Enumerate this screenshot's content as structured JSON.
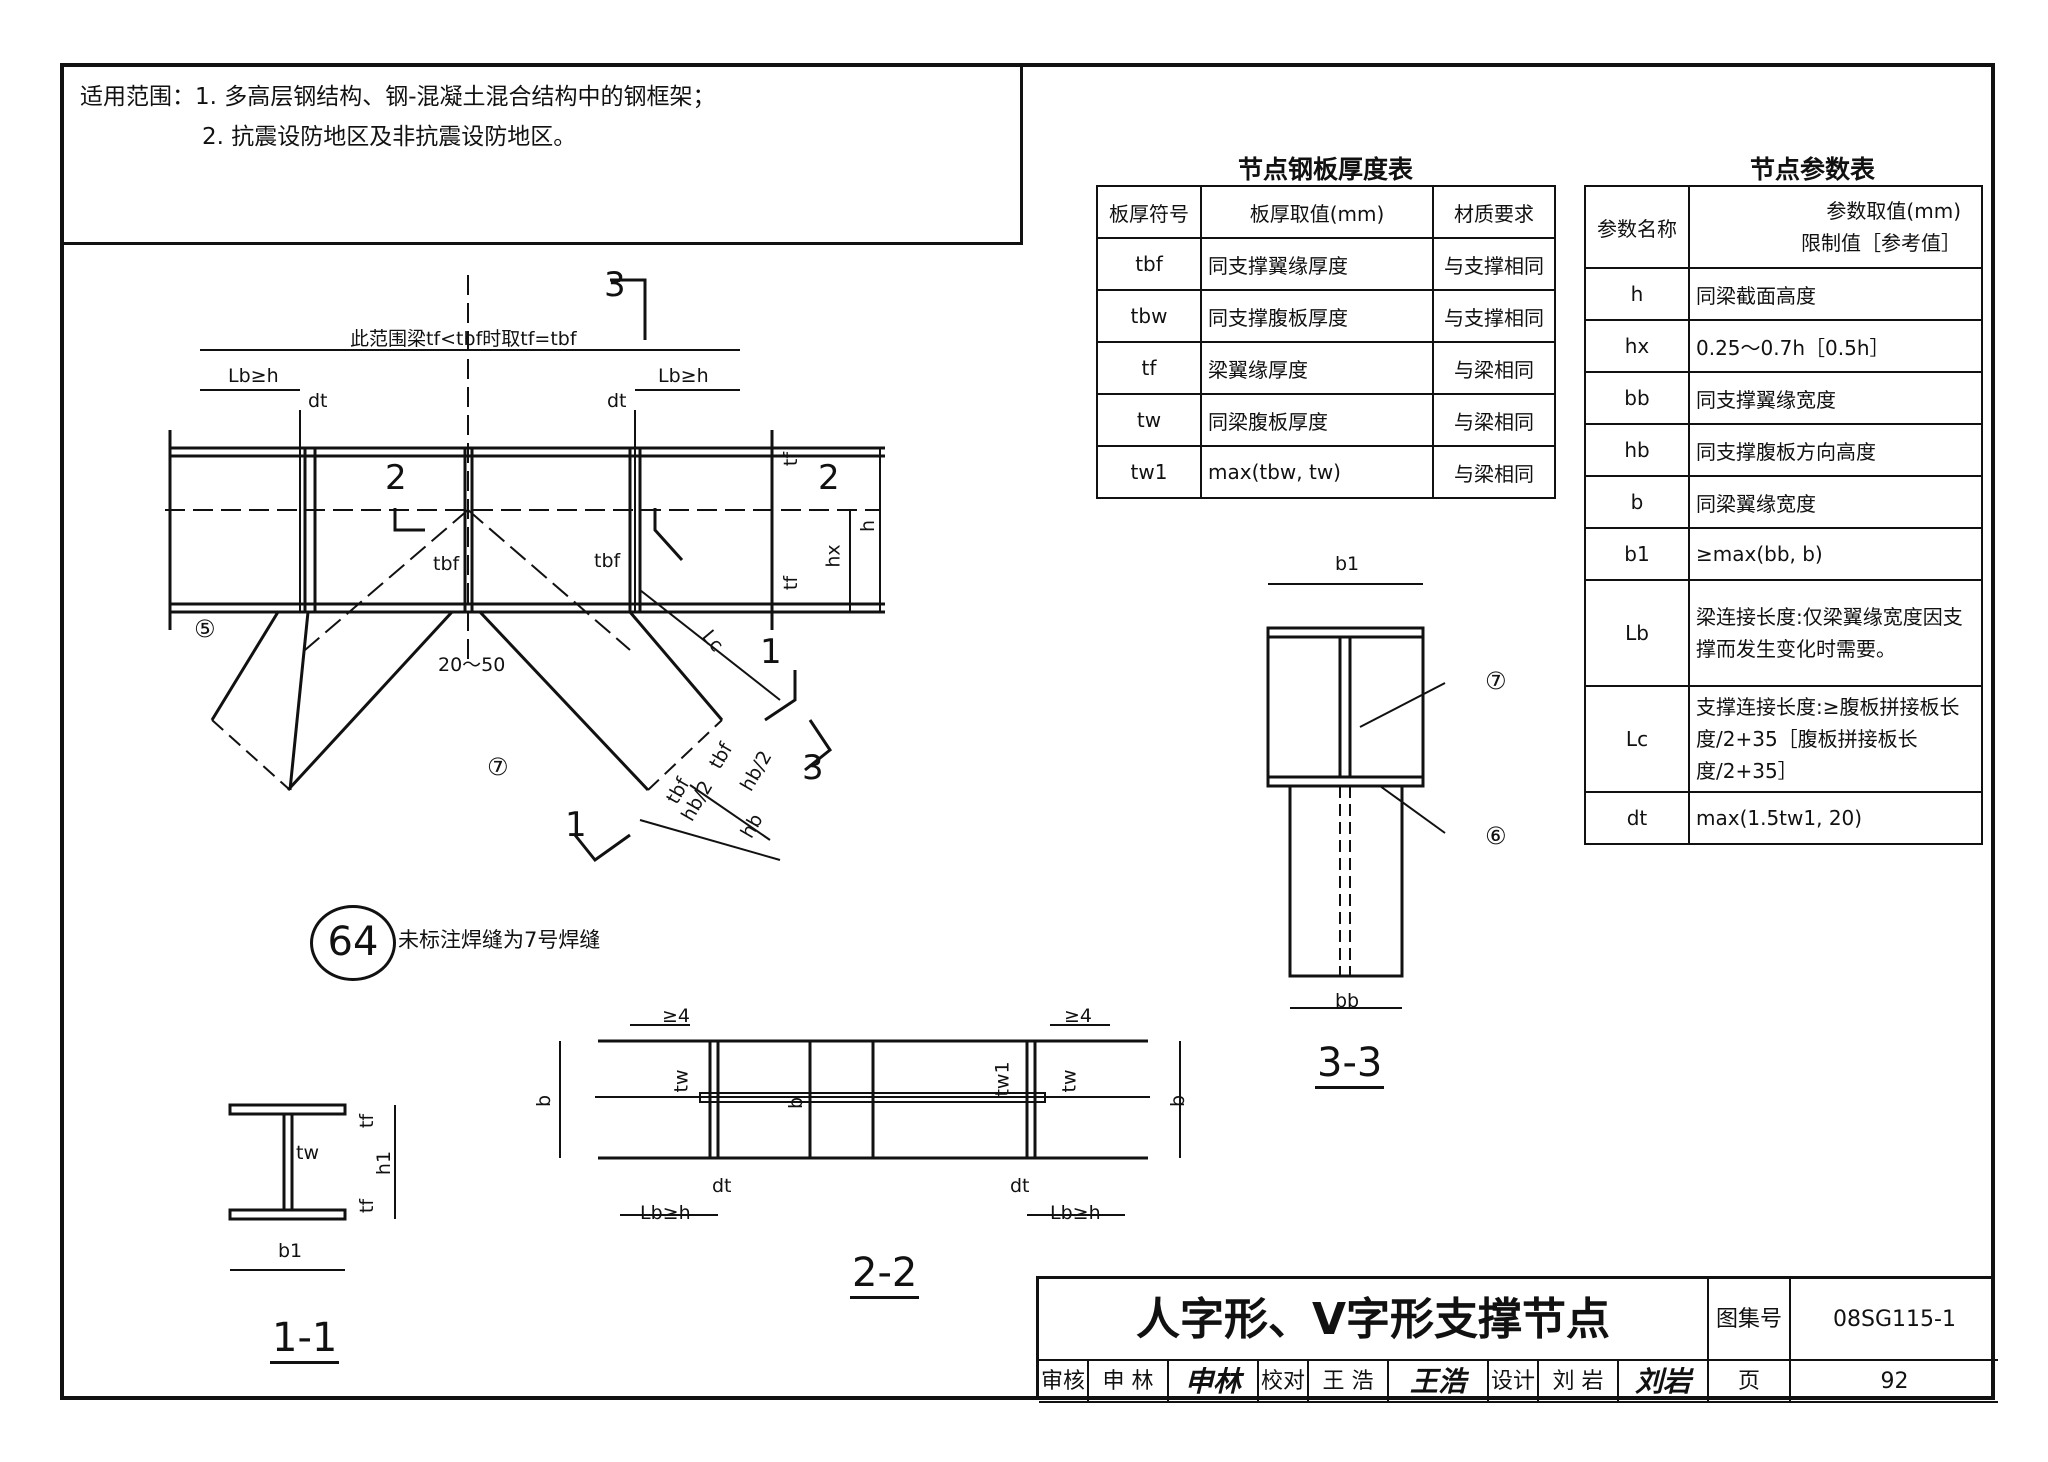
{
  "scope": {
    "line1": "适用范围：1. 多高层钢结构、钢-混凝土混合结构中的钢框架；",
    "line2": "2. 抗震设防地区及非抗震设防地区。"
  },
  "plate_table": {
    "title": "节点钢板厚度表",
    "headers": [
      "板厚符号",
      "板厚取值(mm)",
      "材质要求"
    ],
    "rows": [
      [
        "tbf",
        "同支撑翼缘厚度",
        "与支撑相同"
      ],
      [
        "tbw",
        "同支撑腹板厚度",
        "与支撑相同"
      ],
      [
        "tf",
        "梁翼缘厚度",
        "与梁相同"
      ],
      [
        "tw",
        "同梁腹板厚度",
        "与梁相同"
      ],
      [
        "tw1",
        "max(tbw, tw)",
        "与梁相同"
      ]
    ]
  },
  "param_table": {
    "title": "节点参数表",
    "header_name": "参数名称",
    "header_value_1": "参数取值(mm)",
    "header_value_2": "限制值［参考值］",
    "rows": [
      [
        "h",
        "同梁截面高度"
      ],
      [
        "hx",
        "0.25～0.7h［0.5h］"
      ],
      [
        "bb",
        "同支撑翼缘宽度"
      ],
      [
        "hb",
        "同支撑腹板方向高度"
      ],
      [
        "b",
        "同梁翼缘宽度"
      ],
      [
        "b1",
        "≥max(bb, b)"
      ],
      [
        "Lb",
        "梁连接长度:仅梁翼缘宽度因支撑而发生变化时需要。"
      ],
      [
        "Lc",
        "支撑连接长度:≥腹板拼接板长度/2+35［腹板拼接板长度/2+35］"
      ],
      [
        "dt",
        "max(1.5tw1, 20)"
      ]
    ]
  },
  "main_drawing": {
    "range_note": "此范围梁tf<tbf时取tf=tbf",
    "lb": "Lb≥h",
    "dt": "dt",
    "tf": "tf",
    "h": "h",
    "hx": "hx",
    "tbf": "tbf",
    "lc": "Lc",
    "gap": "20～50",
    "hb2": "hb/2",
    "hb": "hb",
    "sec1": "1",
    "sec2": "2",
    "sec3": "3",
    "weld5": "⑤",
    "weld7": "⑦"
  },
  "detail_no": "64",
  "weld_note": "未标注焊缝为7号焊缝",
  "section_3_3": {
    "label": "3-3",
    "b1": "b1",
    "bb": "bb",
    "weld7": "⑦",
    "weld6": "⑥"
  },
  "section_1_1": {
    "label": "1-1",
    "tw": "tw",
    "tf": "tf",
    "h1": "h1",
    "b1": "b1"
  },
  "section_2_2": {
    "label": "2-2",
    "ge4": "≥4",
    "b": "b",
    "tw": "tw",
    "tw1": "tw1",
    "dt": "dt",
    "lb": "Lb≥h"
  },
  "title_block": {
    "title": "人字形、V字形支撑节点",
    "atlas_label": "图集号",
    "atlas_no": "08SG115-1",
    "review_label": "审核",
    "review_name": "申 林",
    "review_sig": "申林",
    "check_label": "校对",
    "check_name": "王 浩",
    "check_sig": "王浩",
    "design_label": "设计",
    "design_name": "刘 岩",
    "design_sig": "刘岩",
    "page_label": "页",
    "page_no": "92"
  }
}
